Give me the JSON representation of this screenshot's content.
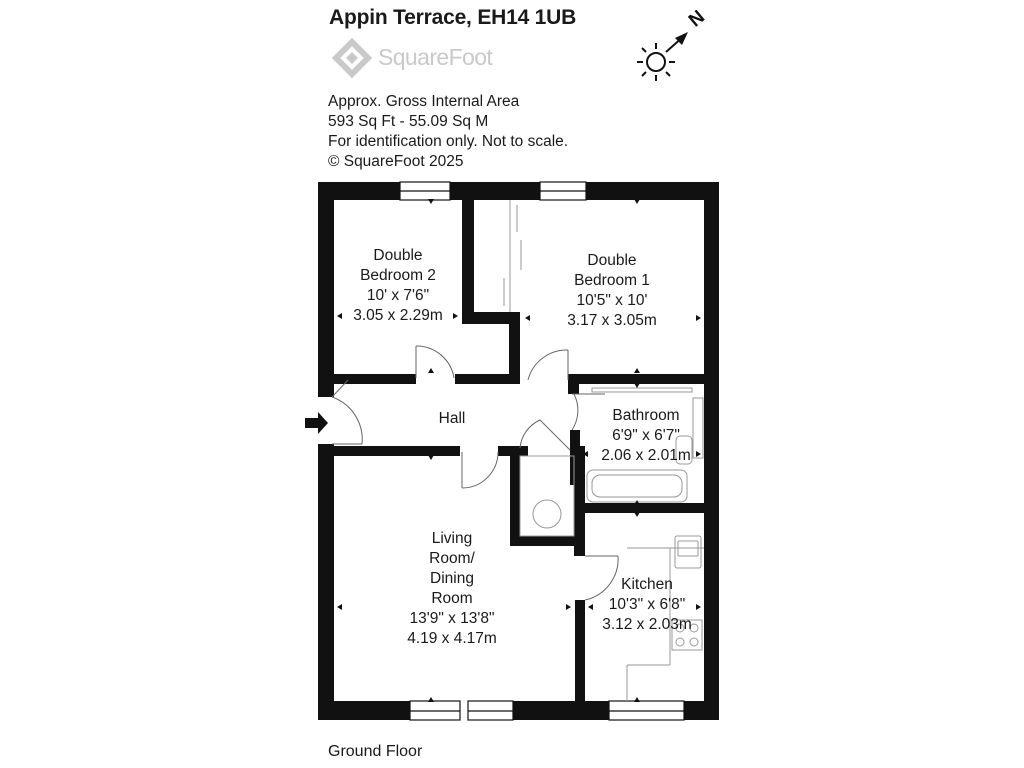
{
  "header": {
    "address": "Appin Terrace, EH14 1UB",
    "brand": "SquareFoot"
  },
  "info": {
    "line1": "Approx. Gross Internal Area",
    "line2": "593 Sq Ft  -  55.09 Sq M",
    "line3": "For identification only. Not to scale.",
    "line4": "© SquareFoot 2025"
  },
  "compass": {
    "north": "N"
  },
  "rooms": {
    "bedroom2": {
      "name1": "Double",
      "name2": "Bedroom 2",
      "imperial": "10' x 7'6\"",
      "metric": "3.05 x 2.29m"
    },
    "bedroom1": {
      "name1": "Double",
      "name2": "Bedroom 1",
      "imperial": "10'5\" x 10'",
      "metric": "3.17 x 3.05m"
    },
    "hall": {
      "name": "Hall"
    },
    "bathroom": {
      "name": "Bathroom",
      "imperial": "6'9\" x 6'7\"",
      "metric": "2.06 x 2.01m"
    },
    "living": {
      "name1": "Living",
      "name2": "Room/",
      "name3": "Dining",
      "name4": "Room",
      "imperial": "13'9\" x 13'8\"",
      "metric": "4.19 x 4.17m"
    },
    "kitchen": {
      "name": "Kitchen",
      "imperial": "10'3\" x 6'8\"",
      "metric": "3.12 x 2.03m"
    }
  },
  "footer": {
    "floor": "Ground Floor"
  },
  "colors": {
    "wall": "#111111",
    "logo": "#c9c9c9",
    "fixture": "#9a9a9a"
  }
}
